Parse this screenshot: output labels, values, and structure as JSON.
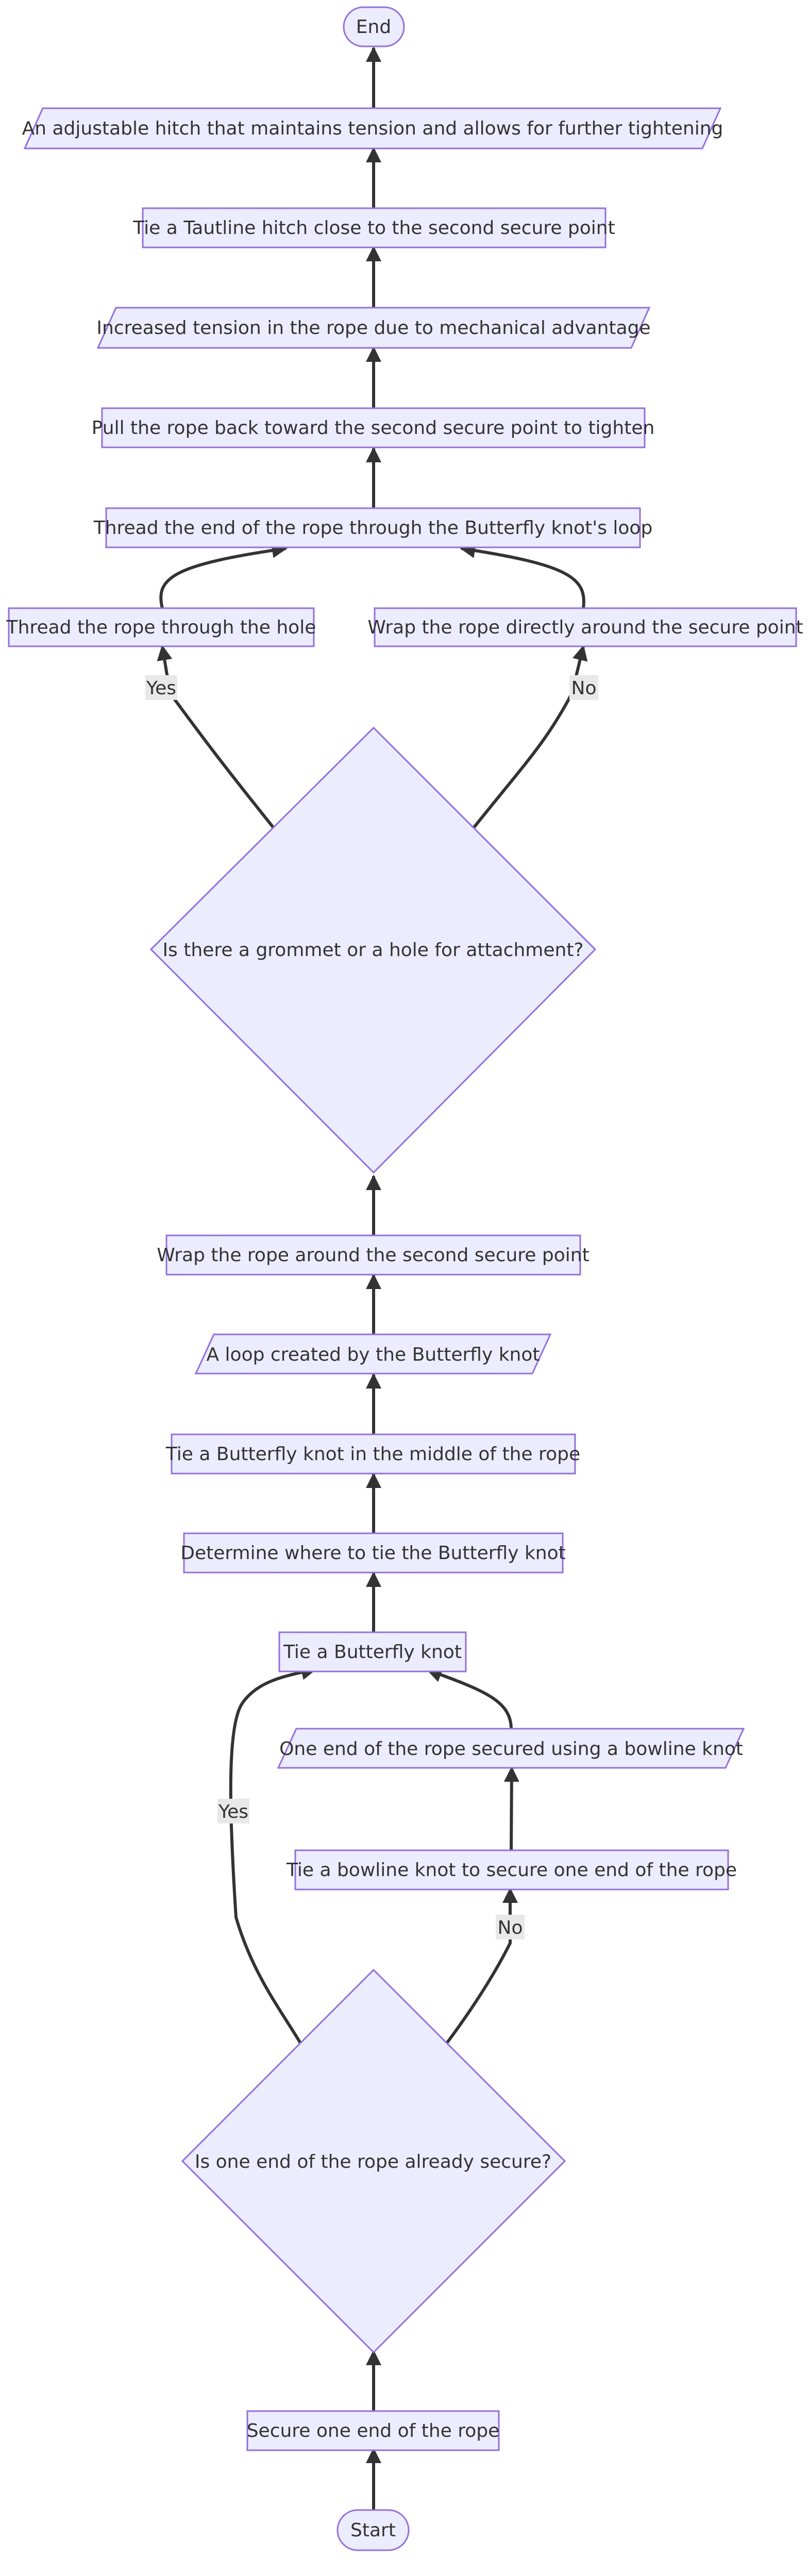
{
  "diagram": {
    "nodes": [
      {
        "id": "end",
        "label": "End",
        "shape": "terminal"
      },
      {
        "id": "hitch_result",
        "label": "An adjustable hitch that maintains tension and allows for further tightening",
        "shape": "io"
      },
      {
        "id": "tautline",
        "label": "Tie a Tautline hitch close to the second secure point",
        "shape": "process"
      },
      {
        "id": "tension",
        "label": "Increased tension in the rope due to mechanical advantage",
        "shape": "io"
      },
      {
        "id": "pull_back",
        "label": "Pull the rope back toward the second secure point to tighten",
        "shape": "process"
      },
      {
        "id": "thread_loop",
        "label": "Thread the end of the rope through the Butterfly knot's loop",
        "shape": "process"
      },
      {
        "id": "thread_hole",
        "label": "Thread the rope through the hole",
        "shape": "process"
      },
      {
        "id": "wrap_direct",
        "label": "Wrap the rope directly around the secure point",
        "shape": "process"
      },
      {
        "id": "grommet_q",
        "label": "Is there a grommet or a hole for attachment?",
        "shape": "decision"
      },
      {
        "id": "wrap_second",
        "label": "Wrap the rope around the second secure point",
        "shape": "process"
      },
      {
        "id": "loop_created",
        "label": "A loop created by the Butterfly knot",
        "shape": "io"
      },
      {
        "id": "tie_butterfly_middle",
        "label": "Tie a Butterfly knot in the middle of the rope",
        "shape": "process"
      },
      {
        "id": "determine",
        "label": "Determine where to tie the Butterfly knot",
        "shape": "process"
      },
      {
        "id": "tie_butterfly",
        "label": "Tie a Butterfly knot",
        "shape": "process"
      },
      {
        "id": "bowline_result",
        "label": "One end of the rope secured using a bowline knot",
        "shape": "io"
      },
      {
        "id": "tie_bowline",
        "label": "Tie a bowline knot to secure one end of the rope",
        "shape": "process"
      },
      {
        "id": "secure_q",
        "label": "Is one end of the rope already secure?",
        "shape": "decision"
      },
      {
        "id": "secure_end",
        "label": "Secure one end of the rope",
        "shape": "process"
      },
      {
        "id": "start",
        "label": "Start",
        "shape": "terminal"
      }
    ],
    "edges": [
      {
        "from": "start",
        "to": "secure_end",
        "label": ""
      },
      {
        "from": "secure_end",
        "to": "secure_q",
        "label": ""
      },
      {
        "from": "secure_q",
        "to": "tie_butterfly",
        "label": "Yes"
      },
      {
        "from": "secure_q",
        "to": "tie_bowline",
        "label": "No"
      },
      {
        "from": "tie_bowline",
        "to": "bowline_result",
        "label": ""
      },
      {
        "from": "bowline_result",
        "to": "tie_butterfly",
        "label": ""
      },
      {
        "from": "tie_butterfly",
        "to": "determine",
        "label": ""
      },
      {
        "from": "determine",
        "to": "tie_butterfly_middle",
        "label": ""
      },
      {
        "from": "tie_butterfly_middle",
        "to": "loop_created",
        "label": ""
      },
      {
        "from": "loop_created",
        "to": "wrap_second",
        "label": ""
      },
      {
        "from": "wrap_second",
        "to": "grommet_q",
        "label": ""
      },
      {
        "from": "grommet_q",
        "to": "thread_hole",
        "label": "Yes"
      },
      {
        "from": "grommet_q",
        "to": "wrap_direct",
        "label": "No"
      },
      {
        "from": "thread_hole",
        "to": "thread_loop",
        "label": ""
      },
      {
        "from": "wrap_direct",
        "to": "thread_loop",
        "label": ""
      },
      {
        "from": "thread_loop",
        "to": "pull_back",
        "label": ""
      },
      {
        "from": "pull_back",
        "to": "tension",
        "label": ""
      },
      {
        "from": "tension",
        "to": "tautline",
        "label": ""
      },
      {
        "from": "tautline",
        "to": "hitch_result",
        "label": ""
      },
      {
        "from": "hitch_result",
        "to": "end",
        "label": ""
      }
    ]
  },
  "colors": {
    "node_fill": "#ECECFF",
    "node_stroke": "#9370DB",
    "edge": "#333333",
    "text": "#333333",
    "edge_label_bg": "#E8E8E8"
  }
}
